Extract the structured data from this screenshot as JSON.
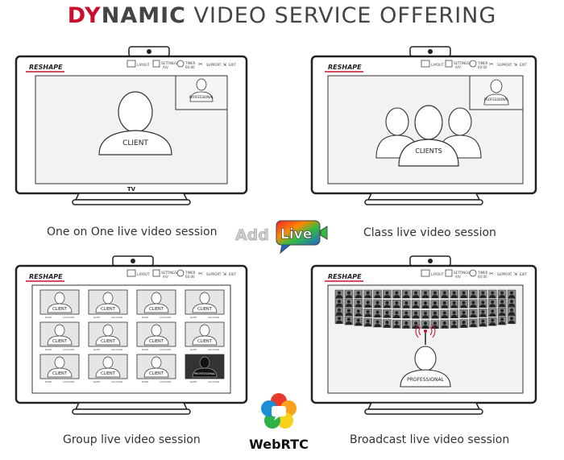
{
  "title": {
    "part1": "DY",
    "part2": "NAMIC",
    "part3": " VIDEO SERVICE OFFERING"
  },
  "brand": "RESHAPE",
  "toolbar": {
    "layout": "LAYOUT",
    "settings_line1": "SETTINGS",
    "settings_line2": "A/V",
    "timer_line1": "TIMER",
    "timer_line2": "60:00",
    "support": "SUPPORT",
    "exit": "EXIT"
  },
  "labels": {
    "tv": "TV",
    "client": "CLIENT",
    "clients": "CLIENTS",
    "professional": "PROFESSIONAL",
    "name": "NAME",
    "location": "LOCATION"
  },
  "captions": {
    "one_on_one": "One on One live video session",
    "class": "Class live video session",
    "group": "Group live video session",
    "broadcast": "Broadcast live video session"
  },
  "logos": {
    "addlive_add": "Add",
    "addlive_live": "Live",
    "webrtc": "WebRTC"
  },
  "colors": {
    "accent_red": "#c8102e",
    "frame": "#222222",
    "screen": "#f2f2f2",
    "tile": "#dddddd"
  }
}
